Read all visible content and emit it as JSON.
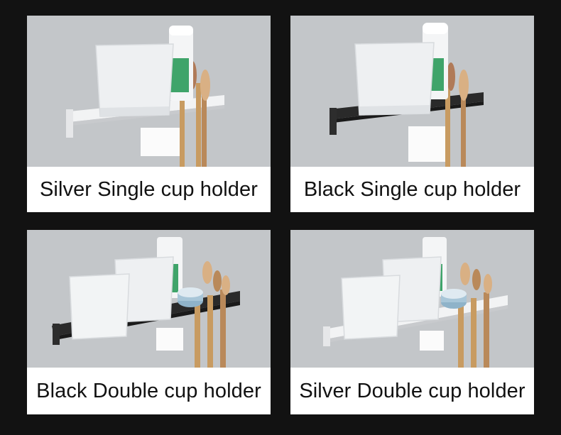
{
  "products": [
    {
      "caption": "Silver Single cup holder",
      "finish": "silver",
      "cups": 1,
      "shelf_color": "#e9eaec"
    },
    {
      "caption": "Black Single cup holder",
      "finish": "black",
      "cups": 1,
      "shelf_color": "#262626"
    },
    {
      "caption": "Black Double cup holder",
      "finish": "black",
      "cups": 2,
      "shelf_color": "#262626"
    },
    {
      "caption": "Silver Double cup holder",
      "finish": "silver",
      "cups": 2,
      "shelf_color": "#e9eaec"
    }
  ],
  "colors": {
    "background": "#121212",
    "caption_text": "#111111",
    "wall": "#bcbfc3",
    "frosted_glass": "#eef0f2",
    "toothpaste_green": "#3fa46a",
    "bamboo": "#c89b61",
    "soap_dish": "#8fb3c9"
  }
}
